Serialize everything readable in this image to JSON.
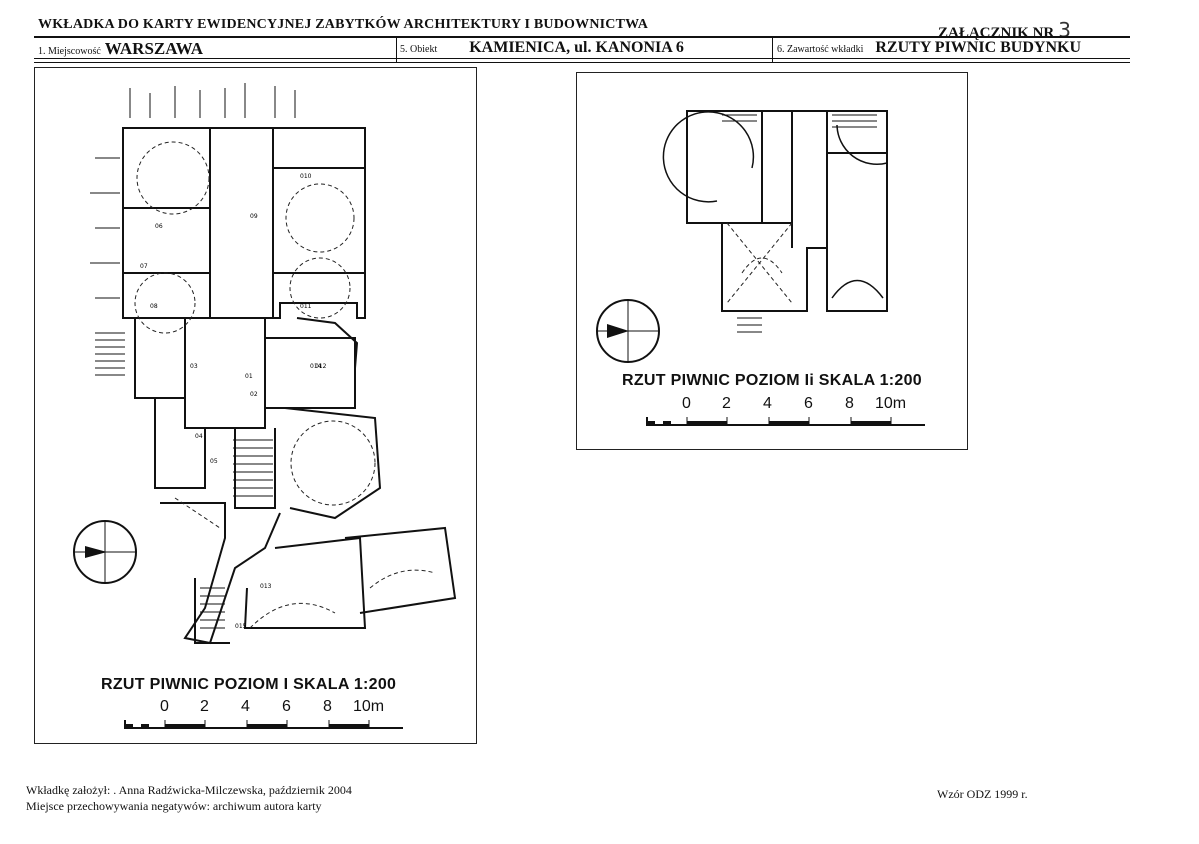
{
  "header": {
    "title": "WKŁADKA DO KARTY EWIDENCYJNEJ ZABYTKÓW ARCHITEKTURY I BUDOWNICTWA",
    "annex_label": "ZAŁĄCZNIK NR",
    "annex_number": "3",
    "fields": [
      {
        "label": "1. Miejscowość",
        "value": "WARSZAWA"
      },
      {
        "label": "5. Obiekt",
        "value": "KAMIENICA, ul. KANONIA 6"
      },
      {
        "label": "6. Zawartość wkładki",
        "value": "RZUTY PIWNIC BUDYNKU"
      }
    ]
  },
  "plan_left": {
    "title": "RZUT PIWNIC POZIOM I   SKALA  1:200",
    "scale_labels": [
      "0",
      "2",
      "4",
      "6",
      "8",
      "10m"
    ],
    "room_labels": [
      "01",
      "02",
      "03",
      "04",
      "05",
      "06",
      "07",
      "08",
      "09",
      "010",
      "011",
      "012",
      "013",
      "014",
      "015"
    ]
  },
  "plan_right": {
    "title": "RZUT PIWNIC POZIOM Ii   SKALA  1:200",
    "scale_labels": [
      "0",
      "2",
      "4",
      "6",
      "8",
      "10m"
    ]
  },
  "footer": {
    "line1": "Wkładkę założył: . Anna Radźwicka-Milczewska, październik 2004",
    "line2": "Miejsce przechowywania negatywów: archiwum autora karty",
    "form": "Wzór ODZ 1999 r."
  }
}
